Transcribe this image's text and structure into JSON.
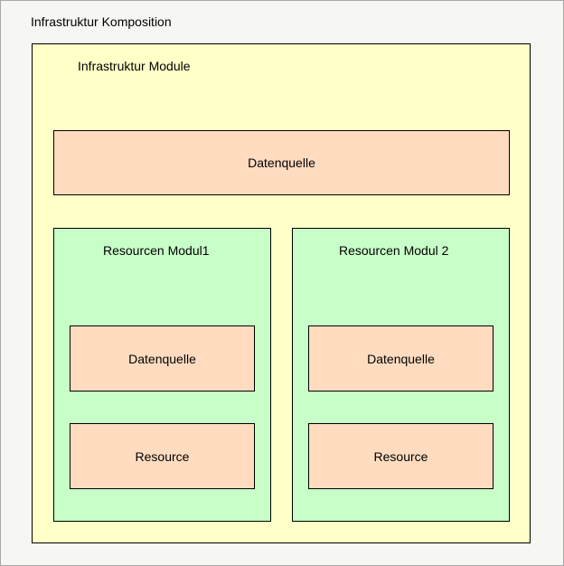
{
  "outer": {
    "title": "Infrastruktur Komposition"
  },
  "module": {
    "title": "Infrastruktur Module",
    "datasource_label": "Datenquelle",
    "resource_modules": [
      {
        "title": "Resourcen Modul1",
        "datasource_label": "Datenquelle",
        "resource_label": "Resource"
      },
      {
        "title": "Resourcen Modul 2",
        "datasource_label": "Datenquelle",
        "resource_label": "Resource"
      }
    ]
  },
  "colors": {
    "background": "#f6f6f2",
    "module_fill": "#ffffc8",
    "resource_module_fill": "#c8ffc8",
    "component_fill": "#ffdcc0"
  }
}
